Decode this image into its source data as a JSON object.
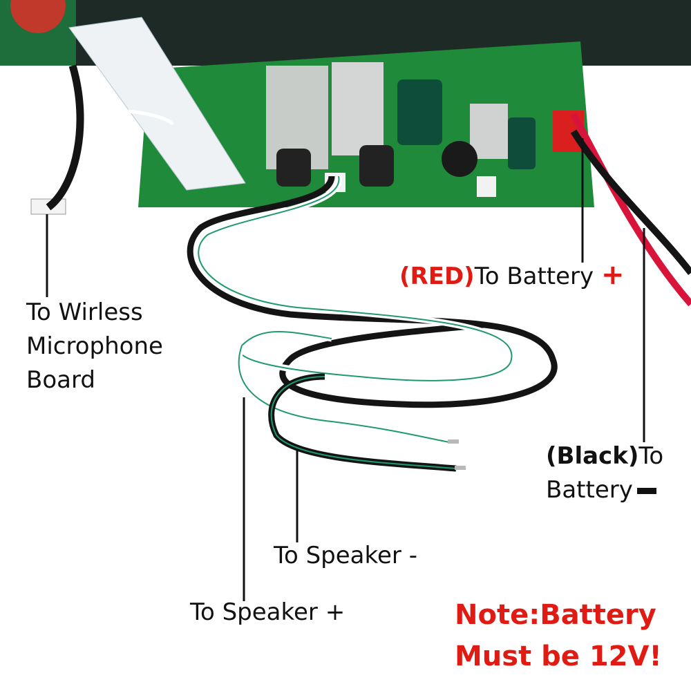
{
  "labels": {
    "wireless_mic": [
      "To Wirless",
      "Microphone",
      "Board"
    ],
    "red_prefix": "(RED)",
    "red_text": "To Battery",
    "red_symbol": "+",
    "black_prefix": "(Black)",
    "black_text_1": "To",
    "black_text_2": "Battery",
    "speaker_minus": "To Speaker -",
    "speaker_plus": "To Speaker +",
    "note_line_1": "Note:Battery",
    "note_line_2": "Must be 12V!"
  },
  "colors": {
    "accent_red": "#e01b14",
    "board_green": "#1f8a3a",
    "wire_red": "#d8143a",
    "wire_black": "#141414",
    "wire_green": "#1f9a6a"
  },
  "icons": {
    "battery_plus": "plus-icon",
    "battery_minus": "minus-icon"
  }
}
